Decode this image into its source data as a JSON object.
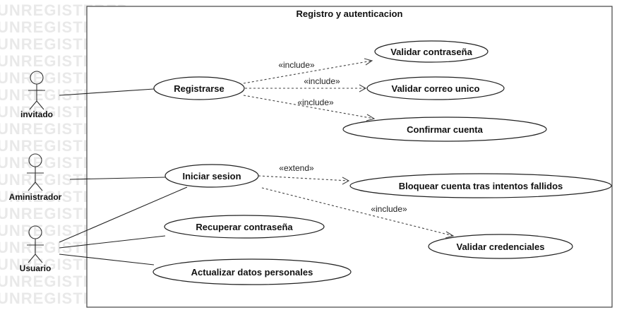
{
  "watermark": "UNREGISTERED",
  "boundary": {
    "title": "Registro y autenticacion"
  },
  "actors": {
    "invitado": "invitado",
    "administrador": "Aministrador",
    "usuario": "Usuario"
  },
  "use_cases": {
    "registrarse": "Registrarse",
    "validar_contrasena": "Validar contraseña",
    "validar_correo": "Validar correo unico",
    "confirmar_cuenta": "Confirmar cuenta",
    "iniciar_sesion": "Iniciar sesion",
    "bloquear_cuenta": "Bloquear cuenta tras intentos fallidos",
    "recuperar_contrasena": "Recuperar contraseña",
    "validar_credenciales": "Validar credenciales",
    "actualizar_datos": "Actualizar datos personales"
  },
  "relations": {
    "include_1": "«include»",
    "include_2": "«include»",
    "include_3": "«include»",
    "extend_1": "«extend»",
    "include_4": "«include»"
  }
}
